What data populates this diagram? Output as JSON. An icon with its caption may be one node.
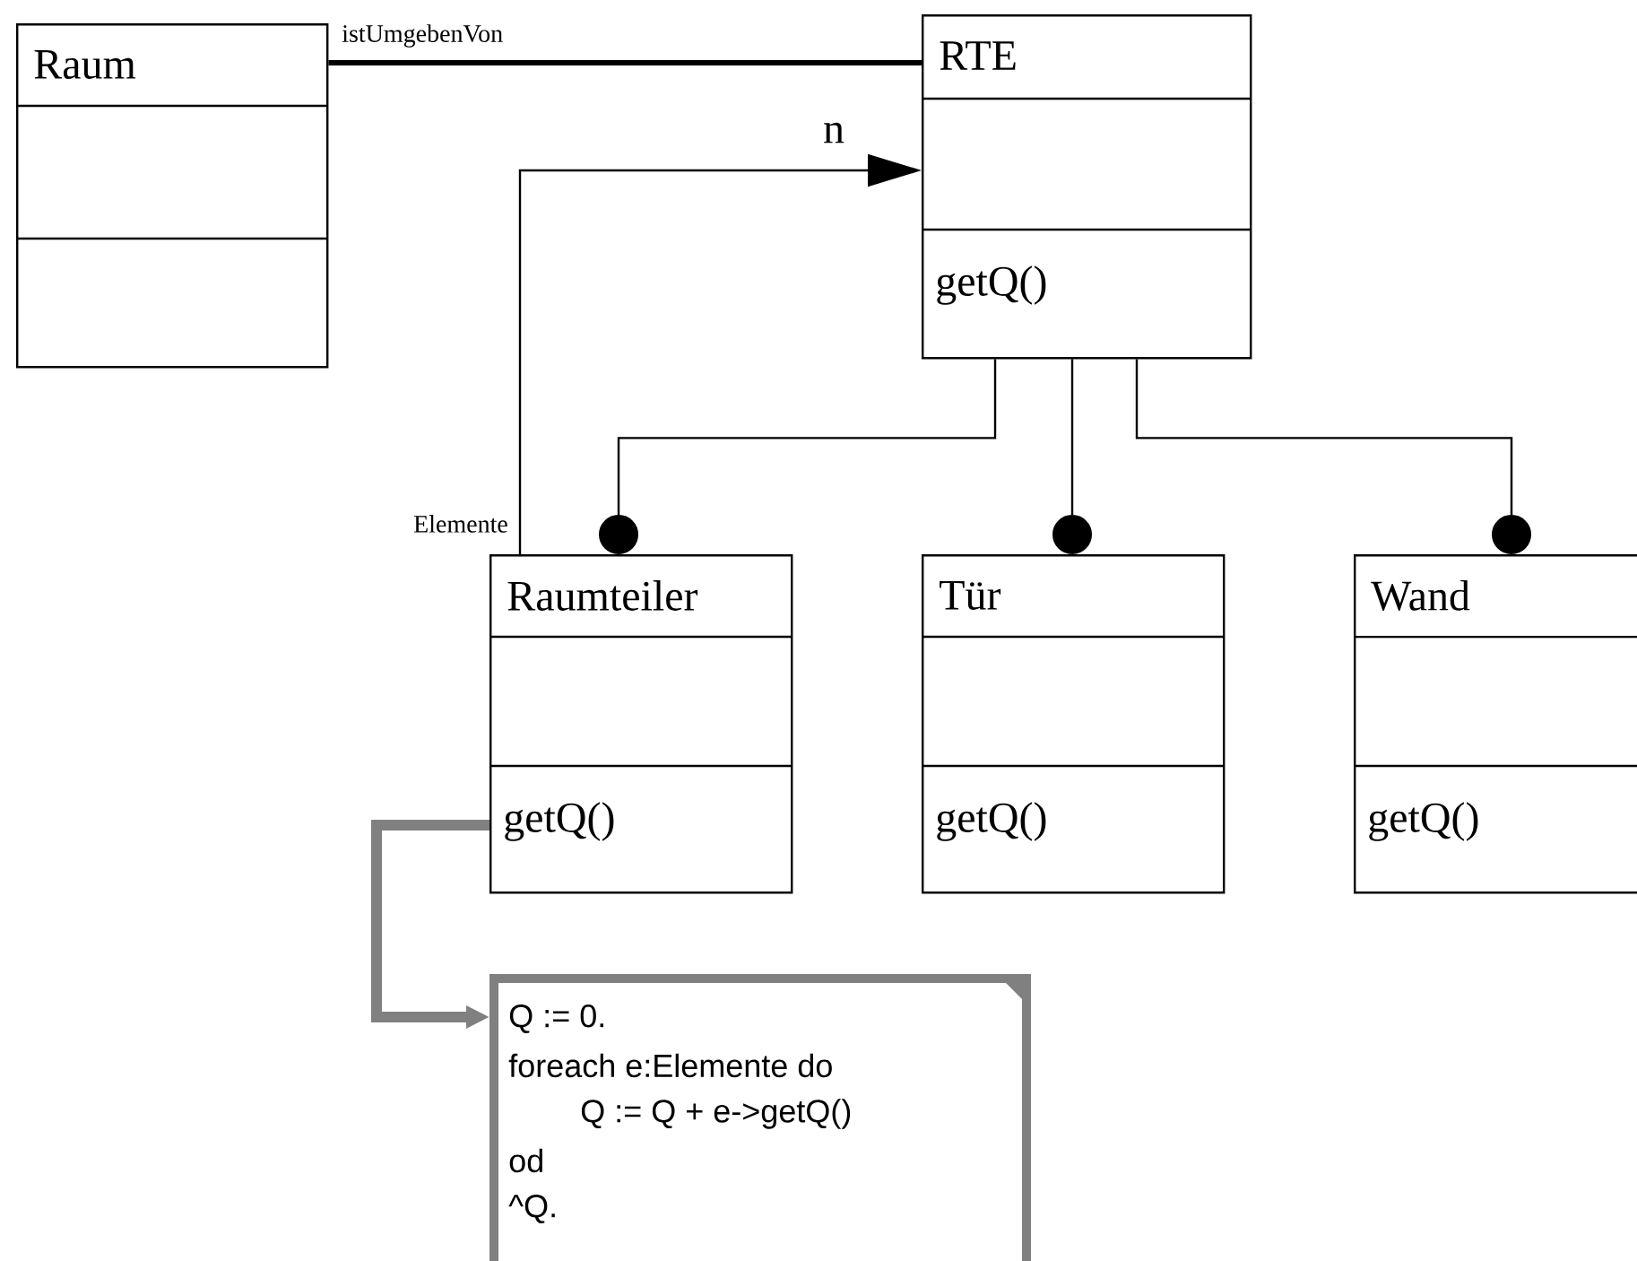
{
  "diagram": {
    "nodes": [
      {
        "text": [
          "Raum"
        ]
      },
      {
        "text": [
          "RTE",
          "getQ()"
        ]
      },
      {
        "text": [
          "Raumteiler",
          "getQ()"
        ]
      },
      {
        "text": [
          "Tür",
          "getQ()"
        ]
      },
      {
        "text": [
          "Wand",
          "getQ()"
        ]
      },
      {
        "text": [
          "Q := 0.",
          "foreach e:Elemente do",
          "Q := Q + e->getQ()",
          "od",
          "^Q."
        ]
      }
    ],
    "edges": [
      {
        "from": 0,
        "to": 1,
        "arrow": "none",
        "label": "istUmgebenVon",
        "style": "thick"
      },
      {
        "from": 2,
        "to": 1,
        "arrow": "to",
        "label": "n"
      },
      {
        "from": 1,
        "to": 2,
        "arrow": "other"
      },
      {
        "from": 1,
        "to": 3,
        "arrow": "other"
      },
      {
        "from": 1,
        "to": 4,
        "arrow": "other"
      },
      {
        "from": 2,
        "to": 5,
        "arrow": "to",
        "style": "thick",
        "color": "#808080"
      }
    ],
    "labels": [
      "Elemente"
    ]
  }
}
